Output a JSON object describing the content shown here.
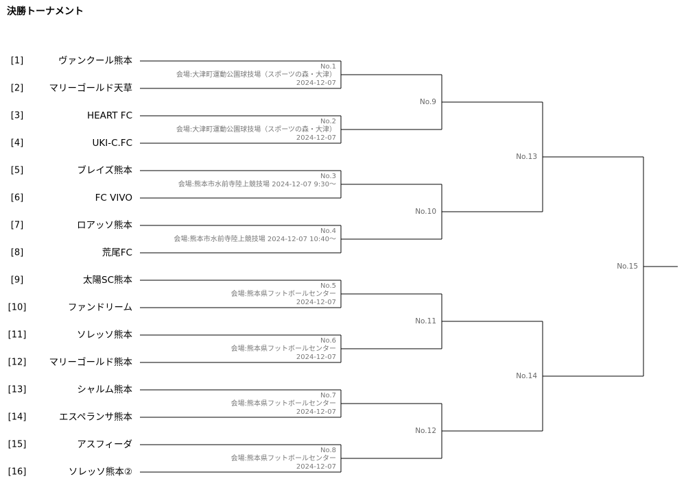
{
  "title": "決勝トーナメント",
  "teams": [
    {
      "seed": "[1]",
      "name": "ヴァンクール熊本"
    },
    {
      "seed": "[2]",
      "name": "マリーゴールド天草"
    },
    {
      "seed": "[3]",
      "name": "HEART FC"
    },
    {
      "seed": "[4]",
      "name": "UKI-C.FC"
    },
    {
      "seed": "[5]",
      "name": "ブレイズ熊本"
    },
    {
      "seed": "[6]",
      "name": "FC VIVO"
    },
    {
      "seed": "[7]",
      "name": "ロアッソ熊本"
    },
    {
      "seed": "[8]",
      "name": "荒尾FC"
    },
    {
      "seed": "[9]",
      "name": "太陽SC熊本"
    },
    {
      "seed": "[10]",
      "name": "ファンドリーム"
    },
    {
      "seed": "[11]",
      "name": "ソレッソ熊本"
    },
    {
      "seed": "[12]",
      "name": "マリーゴールド熊本"
    },
    {
      "seed": "[13]",
      "name": "シャルム熊本"
    },
    {
      "seed": "[14]",
      "name": "エスペランサ熊本"
    },
    {
      "seed": "[15]",
      "name": "アスフィーダ"
    },
    {
      "seed": "[16]",
      "name": "ソレッソ熊本②"
    }
  ],
  "round1": [
    {
      "no": "No.1",
      "venue": "会場:大津町運動公園球技場（スポーツの森・大津）",
      "date": "2024-12-07"
    },
    {
      "no": "No.2",
      "venue": "会場:大津町運動公園球技場（スポーツの森・大津）",
      "date": "2024-12-07"
    },
    {
      "no": "No.3",
      "venue": "会場:熊本市水前寺陸上競技場 2024-12-07 9:30〜",
      "date": ""
    },
    {
      "no": "No.4",
      "venue": "会場:熊本市水前寺陸上競技場 2024-12-07 10:40〜",
      "date": ""
    },
    {
      "no": "No.5",
      "venue": "会場:熊本県フットボールセンター",
      "date": "2024-12-07"
    },
    {
      "no": "No.6",
      "venue": "会場:熊本県フットボールセンター",
      "date": "2024-12-07"
    },
    {
      "no": "No.7",
      "venue": "会場:熊本県フットボールセンター",
      "date": "2024-12-07"
    },
    {
      "no": "No.8",
      "venue": "会場:熊本県フットボールセンター",
      "date": "2024-12-07"
    }
  ],
  "round2": [
    "No.9",
    "No.10",
    "No.11",
    "No.12"
  ],
  "round3": [
    "No.13",
    "No.14"
  ],
  "final": [
    "No.15"
  ]
}
